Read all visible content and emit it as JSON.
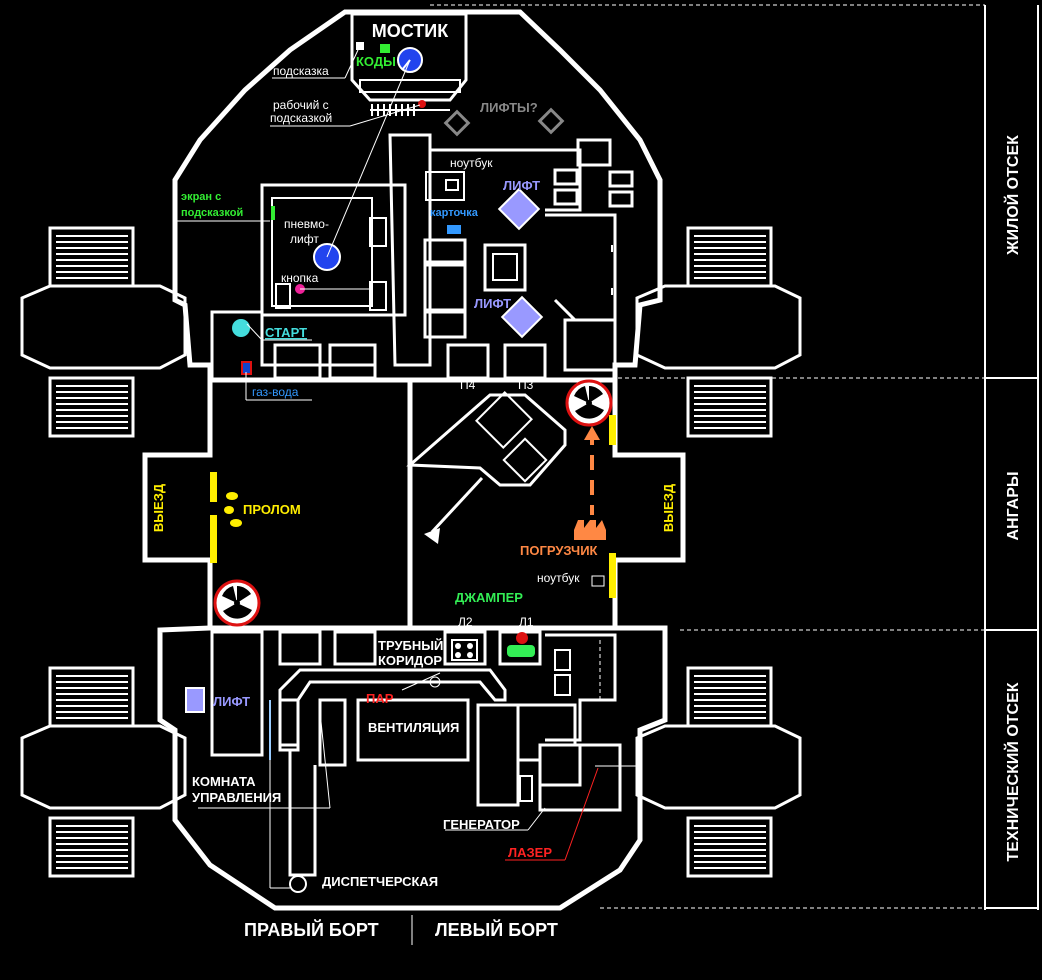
{
  "sections": {
    "living": "ЖИЛОЙ ОТСЕК",
    "hangars": "АНГАРЫ",
    "technical": "ТЕХНИЧЕСКИЙ ОТСЕК"
  },
  "sides": {
    "starboard": "ПРАВЫЙ БОРТ",
    "port": "ЛЕВЫЙ БОРТ"
  },
  "rooms": {
    "bridge": "МОСТИК",
    "codes": "КОДЫ",
    "hint": "подсказка",
    "worker_hint_1": "рабочий с",
    "worker_hint_2": "подсказкой",
    "lifts_q": "ЛИФТЫ?",
    "laptop_top": "ноутбук",
    "screen_hint_1": "экран с",
    "screen_hint_2": "подсказкой",
    "pneumo_1": "пневмо-",
    "pneumo_2": "лифт",
    "card": "карточка",
    "lift_a": "ЛИФТ",
    "lift_b": "ЛИФТ",
    "button": "кнопка",
    "start": "СТАРТ",
    "gas_water": "газ-вода",
    "p4": "П4",
    "p3": "П3",
    "exit_left": "ВЫЕЗД",
    "exit_right": "ВЫЕЗД",
    "breach": "ПРОЛОМ",
    "loader": "ПОГРУЗЧИК",
    "laptop_bottom": "ноутбук",
    "jumper": "ДЖАМПЕР",
    "l2": "Л2",
    "l1": "Л1",
    "pipe_corr_1": "ТРУБНЫЙ",
    "pipe_corr_2": "КОРИДОР",
    "lift_c": "ЛИФТ",
    "steam": "ПАР",
    "ventilation": "ВЕНТИЛЯЦИЯ",
    "control_1": "КОМНАТА",
    "control_2": "УПРАВЛЕНИЯ",
    "generator": "ГЕНЕРАТОР",
    "laser": "ЛАЗЕР",
    "dispatch": "ДИСПЕТЧЕРСКАЯ"
  },
  "colors": {
    "wall": "#ffffff",
    "codes": "#33ee33",
    "start": "#44dddd",
    "card": "#3399ff",
    "lift": "#9999ff",
    "yellow": "#ffee00",
    "loader": "#ff8844",
    "jumper": "#33ee55",
    "steam_laser": "#ff2222",
    "button": "#ee2299",
    "hazard_ring": "#dd1111"
  }
}
